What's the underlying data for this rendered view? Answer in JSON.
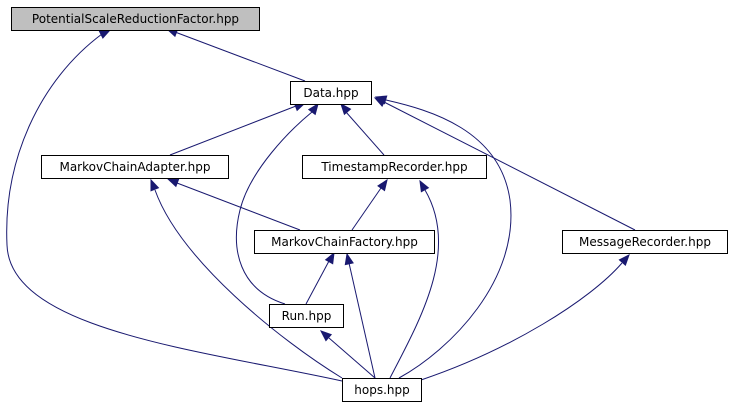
{
  "diagram": {
    "colors": {
      "edge": "#191970",
      "node_border": "#000000",
      "node_fill": "#ffffff",
      "highlight_fill": "#bfbfbf",
      "text": "#000000"
    },
    "nodes": [
      {
        "id": "psrf",
        "label": "PotentialScaleReductionFactor.hpp",
        "highlighted": true
      },
      {
        "id": "data",
        "label": "Data.hpp",
        "highlighted": false
      },
      {
        "id": "mca",
        "label": "MarkovChainAdapter.hpp",
        "highlighted": false
      },
      {
        "id": "tsr",
        "label": "TimestampRecorder.hpp",
        "highlighted": false
      },
      {
        "id": "mcf",
        "label": "MarkovChainFactory.hpp",
        "highlighted": false
      },
      {
        "id": "msg",
        "label": "MessageRecorder.hpp",
        "highlighted": false
      },
      {
        "id": "run",
        "label": "Run.hpp",
        "highlighted": false
      },
      {
        "id": "hops",
        "label": "hops.hpp",
        "highlighted": false
      }
    ],
    "edges": [
      {
        "from": "data",
        "to": "psrf"
      },
      {
        "from": "hops",
        "to": "psrf"
      },
      {
        "from": "mca",
        "to": "data"
      },
      {
        "from": "tsr",
        "to": "data"
      },
      {
        "from": "msg",
        "to": "data"
      },
      {
        "from": "run",
        "to": "data"
      },
      {
        "from": "hops",
        "to": "data"
      },
      {
        "from": "mcf",
        "to": "mca"
      },
      {
        "from": "hops",
        "to": "mca"
      },
      {
        "from": "mcf",
        "to": "tsr"
      },
      {
        "from": "hops",
        "to": "tsr"
      },
      {
        "from": "run",
        "to": "mcf"
      },
      {
        "from": "hops",
        "to": "mcf"
      },
      {
        "from": "hops",
        "to": "run"
      },
      {
        "from": "hops",
        "to": "msg"
      }
    ]
  }
}
